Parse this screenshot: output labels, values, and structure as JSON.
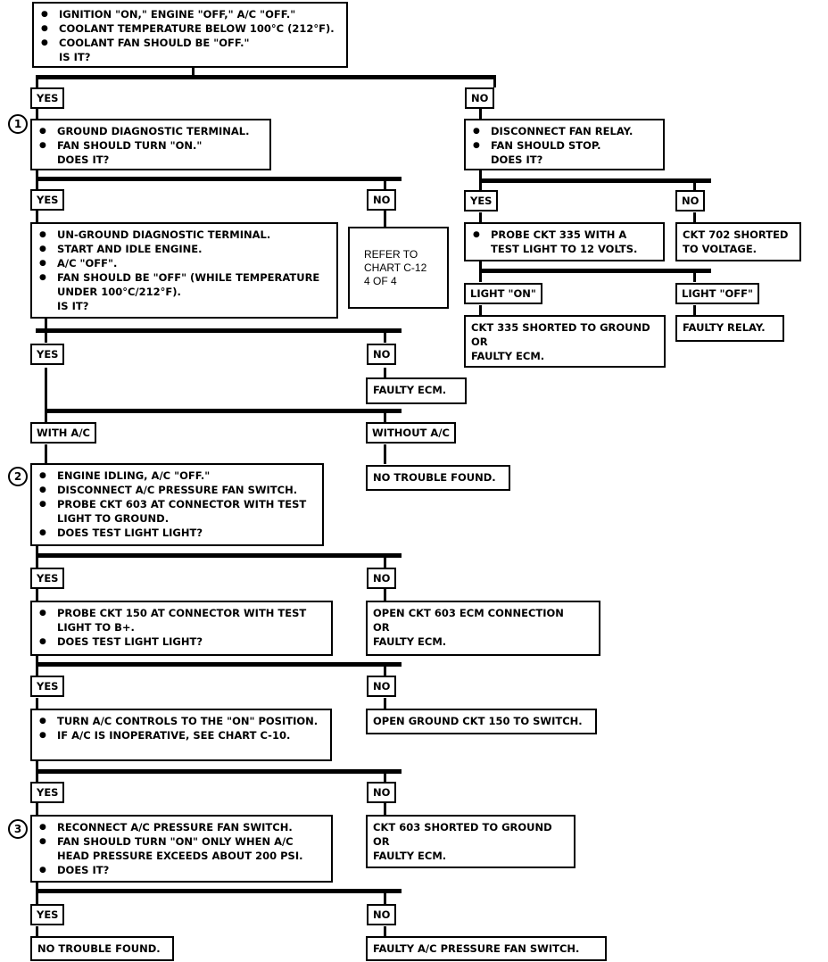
{
  "boxes": {
    "start": {
      "bullets": [
        "IGNITION \"ON,\" ENGINE \"OFF,\"  A/C \"OFF.\"",
        "COOLANT TEMPERATURE BELOW 100°C (212°F).",
        "COOLANT FAN SHOULD BE \"OFF.\""
      ],
      "question": "IS IT?"
    },
    "step1": {
      "bullets": [
        "GROUND DIAGNOSTIC TERMINAL.",
        "FAN SHOULD TURN \"ON.\""
      ],
      "question": "DOES IT?"
    },
    "relay": {
      "bullets": [
        "DISCONNECT FAN RELAY.",
        "FAN SHOULD STOP."
      ],
      "question": "DOES IT?"
    },
    "unground": {
      "bullets": [
        "UN-GROUND DIAGNOSTIC TERMINAL.",
        "START AND IDLE ENGINE.",
        "A/C \"OFF\".",
        "FAN SHOULD BE \"OFF\" (WHILE TEMPERATURE UNDER 100°C/212°F)."
      ],
      "question": "IS IT?"
    },
    "refer": "REFER TO CHART C-12 4 OF 4",
    "probe335": {
      "bullets": [
        "PROBE CKT 335 WITH A TEST LIGHT TO 12 VOLTS."
      ]
    },
    "ckt702": "CKT 702 SHORTED TO VOLTAGE.",
    "ckt335short": [
      "CKT 335 SHORTED TO GROUND",
      "OR",
      "FAULTY ECM."
    ],
    "faultyRelay": "FAULTY RELAY.",
    "faultyEcm1": "FAULTY ECM.",
    "step2": {
      "bullets": [
        "ENGINE IDLING, A/C \"OFF.\"",
        "DISCONNECT A/C PRESSURE FAN SWITCH.",
        "PROBE CKT 603 AT CONNECTOR WITH TEST LIGHT TO GROUND.",
        "DOES TEST LIGHT LIGHT?"
      ]
    },
    "noTrouble1": "NO TROUBLE FOUND.",
    "probe150": {
      "bullets": [
        "PROBE CKT 150 AT CONNECTOR WITH TEST LIGHT TO B+.",
        "DOES TEST LIGHT LIGHT?"
      ]
    },
    "open603": [
      "OPEN CKT 603 ECM CONNECTION",
      "OR",
      "FAULTY ECM."
    ],
    "turnAc": {
      "bullets": [
        "TURN A/C CONTROLS TO THE \"ON\" POSITION.",
        "IF A/C IS INOPERATIVE, SEE CHART C-10."
      ]
    },
    "openGround": "OPEN GROUND CKT 150 TO SWITCH.",
    "step3": {
      "bullets": [
        "RECONNECT A/C PRESSURE FAN SWITCH.",
        "FAN SHOULD TURN \"ON\" ONLY WHEN A/C HEAD PRESSURE EXCEEDS ABOUT 200 PSI.",
        "DOES IT?"
      ]
    },
    "ckt603short": [
      "CKT 603 SHORTED TO GROUND",
      "OR",
      "FAULTY ECM."
    ],
    "noTrouble2": "NO TROUBLE FOUND.",
    "faultySwitch": "FAULTY A/C PRESSURE FAN SWITCH."
  },
  "labels": {
    "yes": "YES",
    "no": "NO",
    "lightOn": "LIGHT \"ON\"",
    "lightOff": "LIGHT \"OFF\"",
    "withAc": "WITH A/C",
    "withoutAc": "WITHOUT A/C"
  },
  "markers": {
    "one": "1",
    "two": "2",
    "three": "3"
  }
}
